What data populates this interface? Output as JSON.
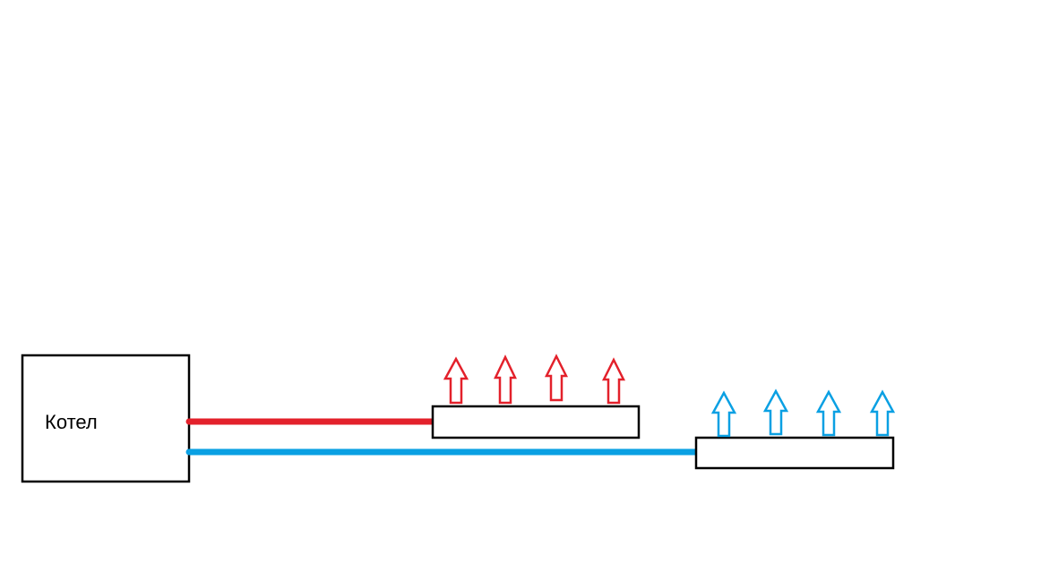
{
  "boiler": {
    "label": "Котел"
  },
  "colors": {
    "outline": "#000000",
    "hot_pipe": "#e3212b",
    "cold_pipe": "#0aa0e3",
    "background": "#ffffff"
  },
  "icons": {
    "hot_arrow": "arrow-up-outline-red",
    "cold_arrow": "arrow-up-outline-blue"
  }
}
